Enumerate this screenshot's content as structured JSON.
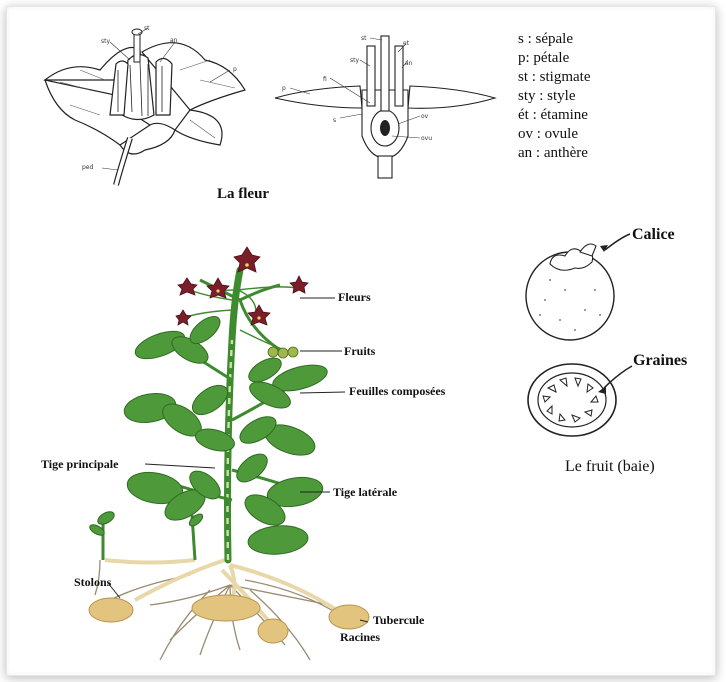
{
  "legend": [
    "s : sépale",
    "p: pétale",
    "st : stigmate",
    "sty : style",
    "ét : étamine",
    "ov : ovule",
    "an : anthère"
  ],
  "flower": {
    "caption": "La fleur",
    "left_labels": {
      "sty": "sty",
      "st": "st",
      "an": "an",
      "p": "p",
      "ped": "ped"
    },
    "right_labels": {
      "st": "st",
      "et": "et",
      "sty": "sty",
      "an": "an",
      "fi": "fi",
      "p": "p",
      "s": "s",
      "ov": "ov",
      "ovu": "ovu"
    }
  },
  "plant": {
    "labels": {
      "fleurs": "Fleurs",
      "fruits": "Fruits",
      "feuilles": "Feuilles composées",
      "tige_principale": "Tige principale",
      "tige_laterale": "Tige latérale",
      "stolons": "Stolons",
      "tubercule": "Tubercule",
      "racines": "Racines"
    }
  },
  "fruit": {
    "caption": "Le fruit (baie)",
    "calice": "Calice",
    "graines": "Graines"
  },
  "colors": {
    "leaf": "#4e9a3a",
    "leaf_dark": "#2f6b22",
    "flower": "#7a1e2a",
    "tuber": "#e3c47e",
    "root": "#9a8a70"
  }
}
